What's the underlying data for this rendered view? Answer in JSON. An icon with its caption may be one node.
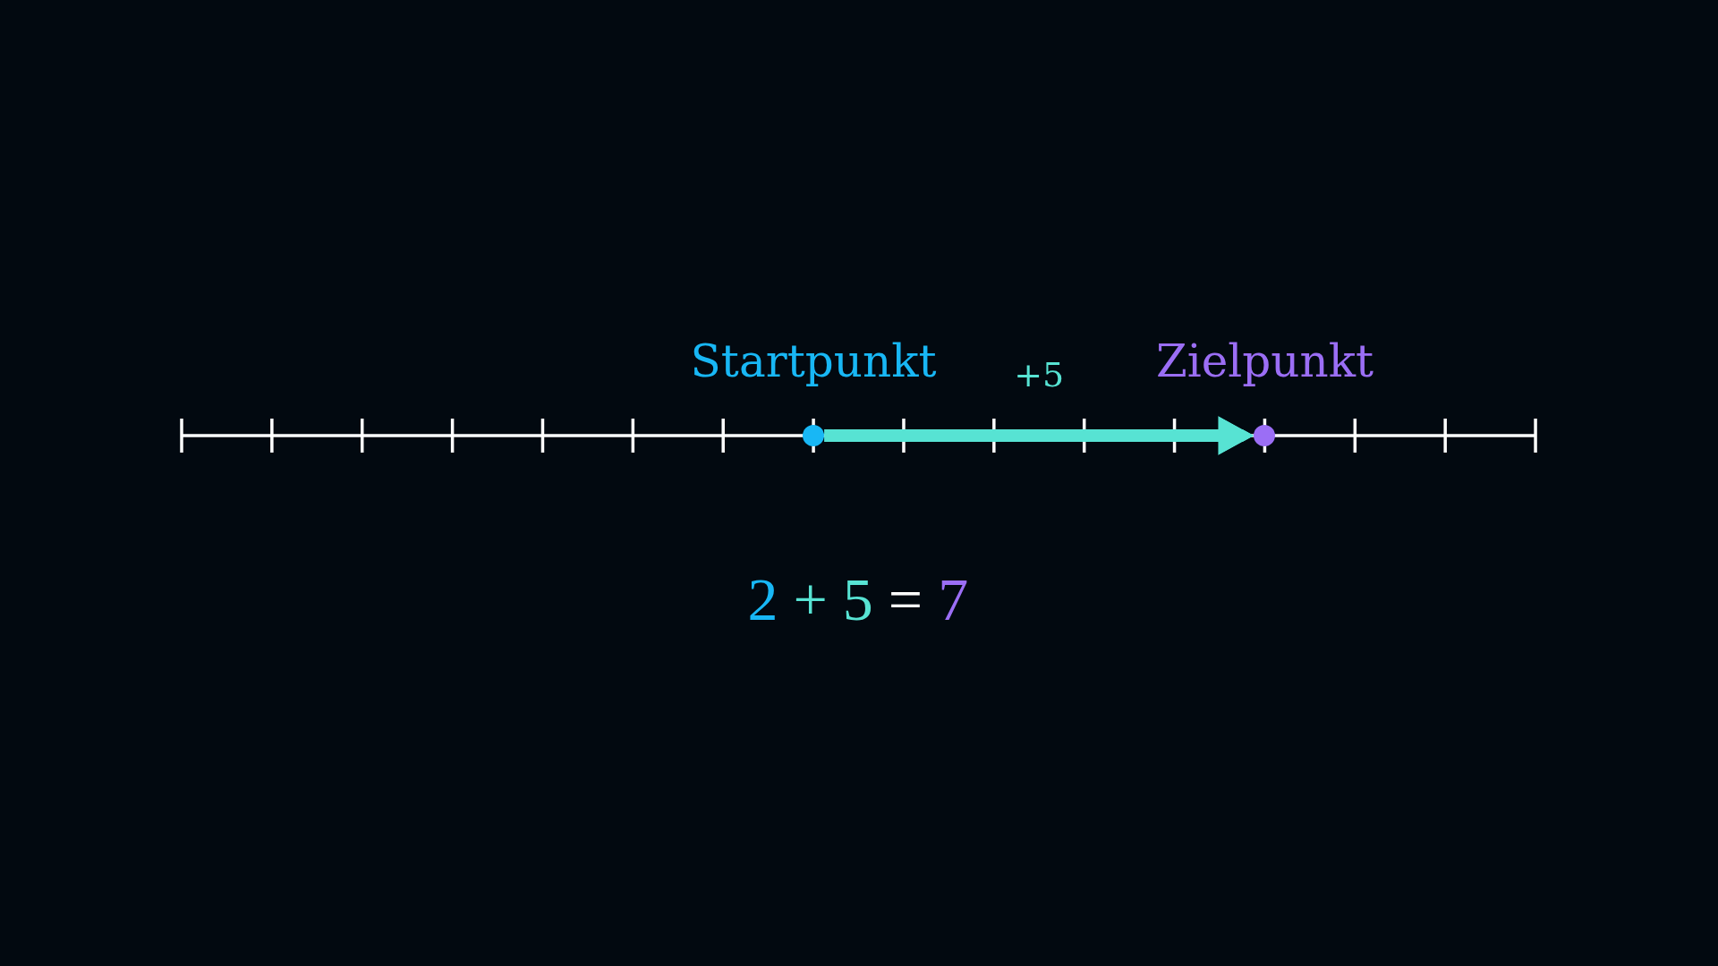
{
  "diagram": {
    "nodes": [
      {
        "text": [],
        "shape": "circle",
        "beside": [
          "Startpunkt"
        ]
      },
      {
        "text": [],
        "shape": "circle",
        "beside": [
          "Zielpunkt"
        ]
      }
    ],
    "edges": [
      {
        "from": 0,
        "to": 1,
        "arrow": "to",
        "label": "+5"
      }
    ],
    "labels": [
      "2 + 5 = 7"
    ]
  }
}
